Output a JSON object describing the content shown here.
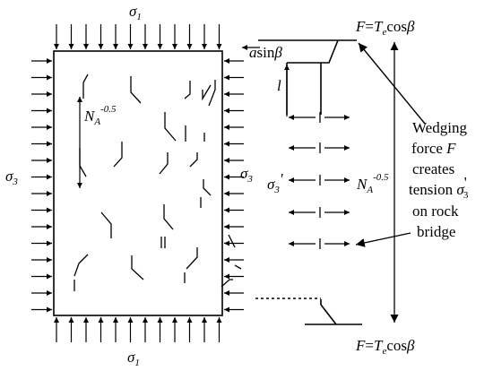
{
  "labels": {
    "sigma1_symbol": "σ",
    "sigma1_sub": "1",
    "sigma3_symbol": "σ",
    "sigma3_sub": "3",
    "sigma3_prime": "σ",
    "sigma3_prime_sub": "3",
    "sigma3_prime_mark": "'",
    "asinb": "a",
    "asinb_fn": "sin",
    "asinb_beta": "β",
    "l": "l",
    "NA": "N",
    "NA_sub": "A",
    "NA_exp": "-0.5",
    "F_top_F": "F",
    "F_top_eq": "=",
    "F_top_T": "T",
    "F_top_e": "e",
    "F_top_cos": "cos",
    "F_top_beta": "β",
    "F_bot_F": "F",
    "F_bot_eq": "=",
    "F_bot_T": "T",
    "F_bot_e": "e",
    "F_bot_cos": "cos",
    "F_bot_beta": "β"
  },
  "annotation": {
    "line1": "Wedging",
    "line2_pre": "force ",
    "line2_F": "F",
    "line3": "creates",
    "line4_pre": "tension ",
    "line4_sigma": "σ",
    "line4_mark": "'",
    "line4_sub": "3",
    "line5": "on rock",
    "line6": "bridge"
  }
}
